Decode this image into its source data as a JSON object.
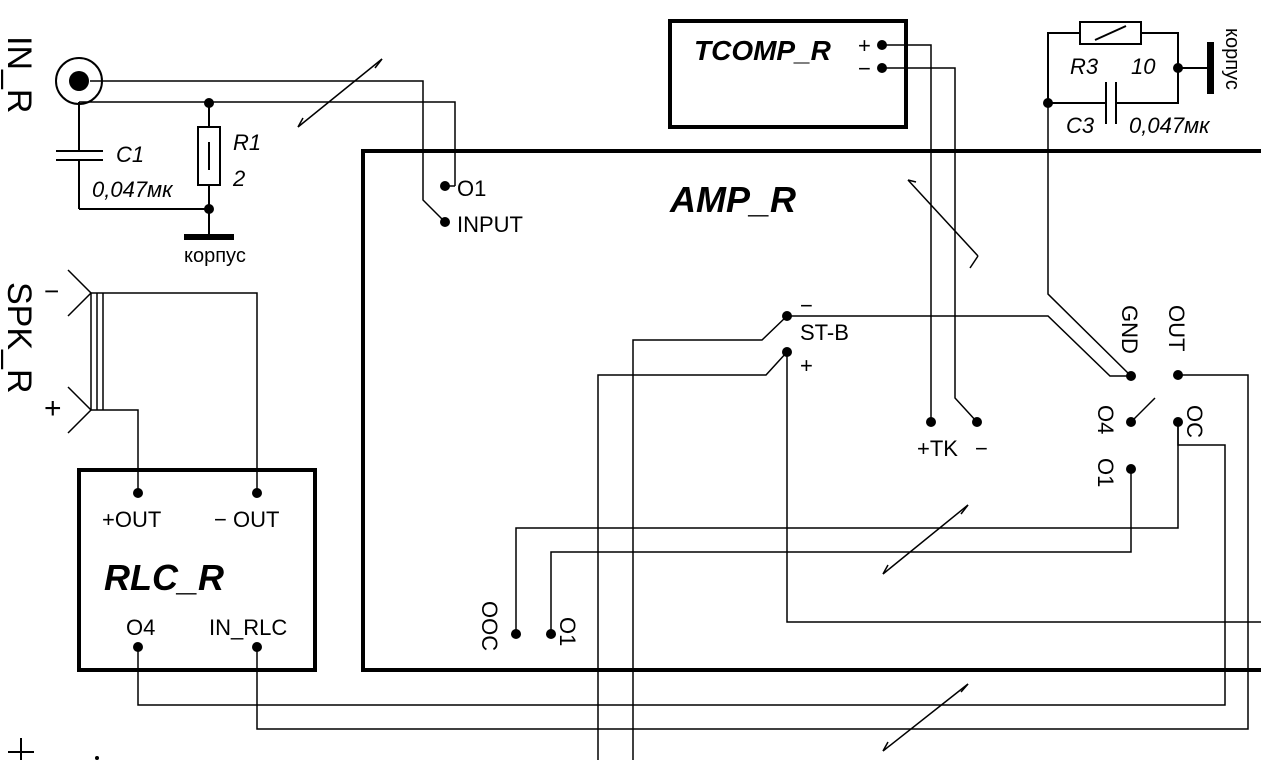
{
  "blocks": {
    "amp": "AMP_R",
    "rlc": "RLC_R",
    "tcomp": "TCOMP_R"
  },
  "connectors": {
    "in": "IN_R",
    "spk": "SPK_R",
    "spk_minus": "−",
    "spk_plus": "+"
  },
  "components": {
    "c1_name": "C1",
    "c1_value": "0,047мк",
    "r1_name": "R1",
    "r1_value": "2",
    "r3_name": "R3",
    "r3_value": "10",
    "c3_name": "C3",
    "c3_value": "0,047мк",
    "ground": "корпус"
  },
  "amp_pins": {
    "o1": "O1",
    "input": "INPUT",
    "st_b": "ST-B",
    "st_minus": "−",
    "st_plus": "+",
    "tk_plus": "+TK",
    "tk_minus": "−",
    "gnd": "GND",
    "out": "OUT",
    "o4": "O4",
    "oc": "OC",
    "o1_right": "O1",
    "ooc": "OOC",
    "o1_bottom": "O1"
  },
  "tcomp_pins": {
    "plus": "+",
    "minus": "−"
  },
  "rlc_pins": {
    "plus_out": "+OUT",
    "minus_out": "− OUT",
    "o4": "O4",
    "in_rlc": "IN_RLC"
  }
}
